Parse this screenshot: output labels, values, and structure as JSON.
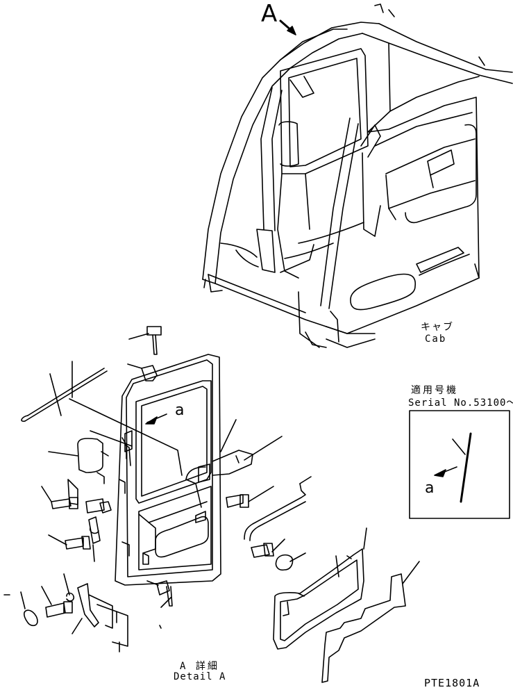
{
  "view_letter": "A",
  "cab_label_jp": "キャブ",
  "cab_label_en": "Cab",
  "serial_label_jp": "適用号機",
  "serial_label_en": "Serial No.53100～",
  "detail_label_jp": "A 詳細",
  "detail_label_en": "Detail A",
  "view_arrow_label": "a",
  "inset_arrow_label": "a",
  "drawing_code": "PTE1801A"
}
